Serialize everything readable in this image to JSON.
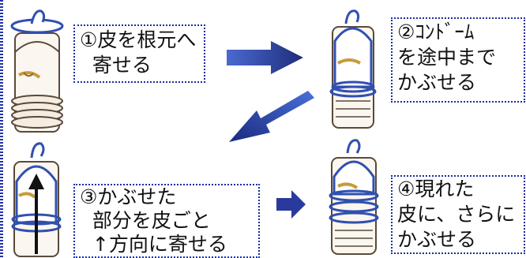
{
  "steps": [
    {
      "id": 1,
      "lines": [
        "①皮を根元へ",
        "  寄せる"
      ]
    },
    {
      "id": 2,
      "lines": [
        "②ｺﾝﾄﾞｰﾑ",
        "を途中まで",
        "かぶせる"
      ]
    },
    {
      "id": 3,
      "lines": [
        "③かぶせた",
        "  部分を皮ごと",
        "  ↑方向に寄せる"
      ]
    },
    {
      "id": 4,
      "lines": [
        "④現れた",
        "皮に、さらに",
        "かぶせる"
      ]
    }
  ],
  "colors": {
    "box_border": "#1a2ea0",
    "arrow": "#2a3a9c",
    "skin_outline": "#5a4a3a",
    "skin_fill": "#fbf6ef",
    "condom": "#3050b0",
    "tip_mark": "#c89a3a"
  }
}
